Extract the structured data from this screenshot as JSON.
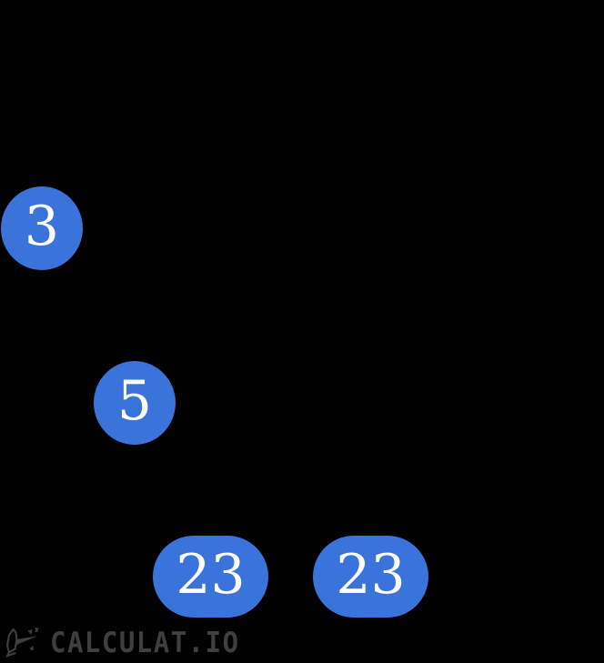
{
  "diagram": {
    "type": "factor-tree-nodes",
    "background_color": "#000000",
    "node_fill_color": "#3a73d9",
    "node_text_color": "#ffffff",
    "nodes": [
      {
        "value": "3",
        "shape": "circle"
      },
      {
        "value": "5",
        "shape": "circle"
      },
      {
        "value": "23",
        "shape": "pill"
      },
      {
        "value": "23",
        "shape": "pill"
      }
    ]
  },
  "watermark": {
    "text": "CALCULAT.IO",
    "color": "#3f3f3f",
    "icon": "rocket-icon"
  }
}
